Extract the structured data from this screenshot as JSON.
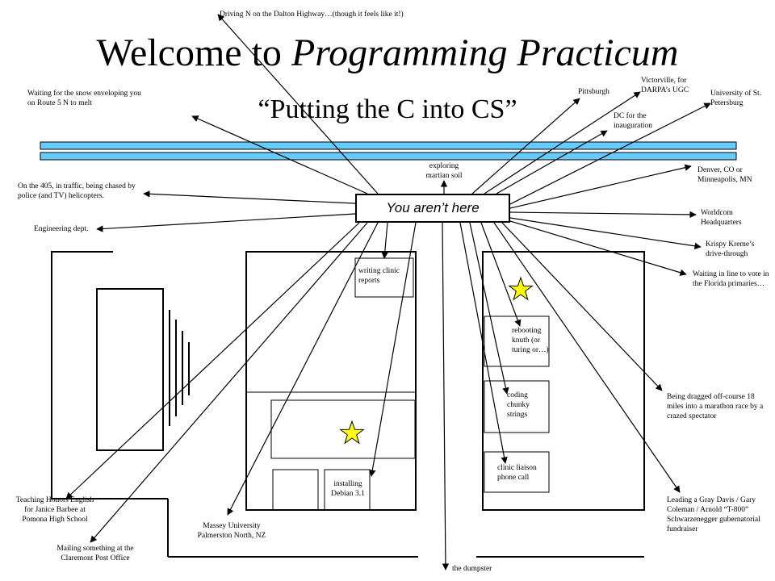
{
  "slide": {
    "title_prefix": "Welcome to ",
    "title_emphasis": "Programming Practicum",
    "subtitle": "“Putting the C into CS”",
    "here_label": "You aren’t here"
  },
  "locations": {
    "dalton": "Driving N on the Dalton Highway…(though it feels like it!)",
    "snow": "Waiting for the snow enveloping you on Route 5 N to melt",
    "pittsburgh": "Pittsburgh",
    "victorville": "Victorville, for DARPA’s UGC",
    "stpete": "University of St. Petersburg",
    "dc": "DC for the inauguration",
    "martian": "exploring martian soil",
    "denver": "Denver, CO or Minneapolis, MN",
    "freeway": "On the 405, in traffic, being chased by police (and TV) helicopters.",
    "worldcom": "Worldcom Headquarters",
    "engineering": "Engineering dept.",
    "krispy": "Krispy Kreme’s drive-through",
    "florida": "Waiting in line to vote in the Florida primaries…",
    "writing": "writing clinic reports",
    "rebooting": "rebooting knuth (or turing or…)",
    "coding": "coding chunky strings",
    "marathon": "Being dragged off-course 18 miles into a marathon race by a crazed spectator",
    "liaison": "clinic liaison phone call",
    "debian": "installing Debian 3.1",
    "teaching": "Teaching Honors English for Janice Barbee at Pomona High School",
    "massey": "Massey University Palmerston North, NZ",
    "fundraiser": "Leading a  Gray Davis / Gary Coleman / Arnold “T-800” Schwarzenegger gubernatorial fundraiser",
    "postoffice": "Mailing something at the Claremont Post Office",
    "dumpster": "the dumpster"
  },
  "colors": {
    "corridor": "#66ccff",
    "star": "#ffff00",
    "ink": "#000000"
  }
}
